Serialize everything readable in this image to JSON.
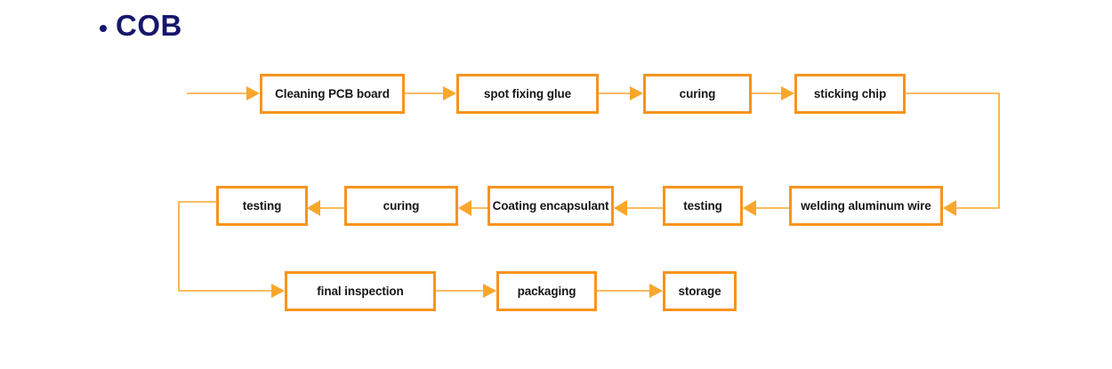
{
  "title": {
    "bullet": "bullet-dot",
    "text": "COB"
  },
  "colors": {
    "box_border": "#f7941e",
    "connector": "#f9a72b",
    "title": "#16166b",
    "text": "#161616",
    "background": "#ffffff"
  },
  "flow": {
    "rows": [
      {
        "direction": "left-to-right",
        "nodes": [
          {
            "label": "Cleaning PCB board"
          },
          {
            "label": "spot fixing glue"
          },
          {
            "label": "curing"
          },
          {
            "label": "sticking chip"
          }
        ]
      },
      {
        "direction": "right-to-left",
        "nodes": [
          {
            "label": "testing"
          },
          {
            "label": "curing"
          },
          {
            "label": "Coating encapsulant"
          },
          {
            "label": "testing"
          },
          {
            "label": "welding aluminum wire"
          }
        ]
      },
      {
        "direction": "left-to-right",
        "nodes": [
          {
            "label": "final inspection"
          },
          {
            "label": "packaging"
          },
          {
            "label": "storage"
          }
        ]
      }
    ],
    "sequence": [
      "Cleaning PCB board",
      "spot fixing glue",
      "curing",
      "sticking chip",
      "welding aluminum wire",
      "testing",
      "Coating encapsulant",
      "curing",
      "testing",
      "final inspection",
      "packaging",
      "storage"
    ]
  }
}
